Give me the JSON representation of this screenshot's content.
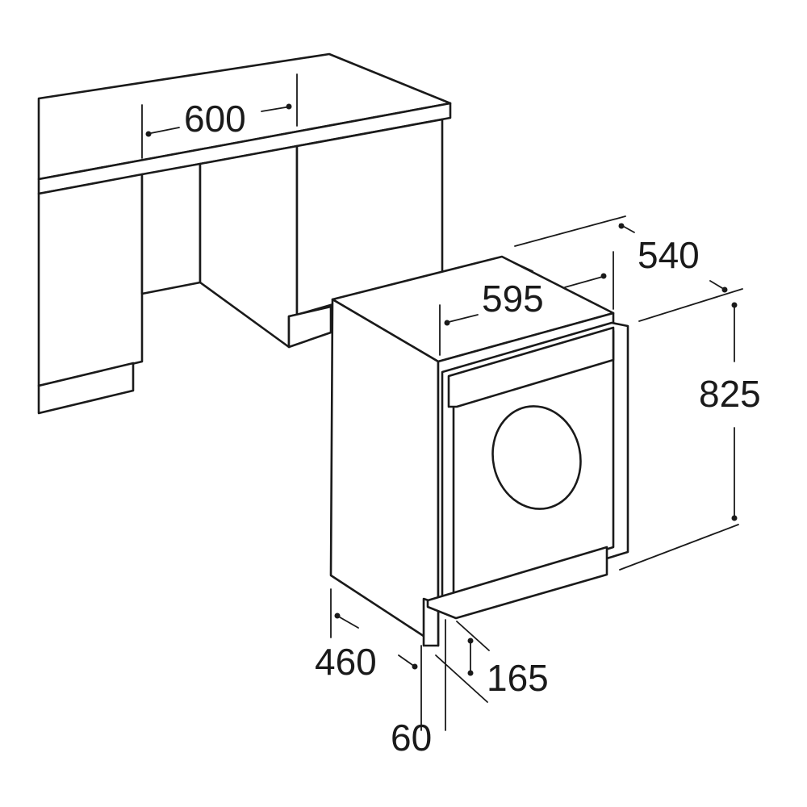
{
  "diagram": {
    "dimensions": {
      "cabinet_width": "600",
      "appliance_width": "595",
      "appliance_depth": "540",
      "appliance_height": "825",
      "door_hinge_offset": "460",
      "plinth_height": "165",
      "plinth_setback": "60"
    },
    "ink_color": "#1a1a1a",
    "background_color": "#ffffff"
  }
}
